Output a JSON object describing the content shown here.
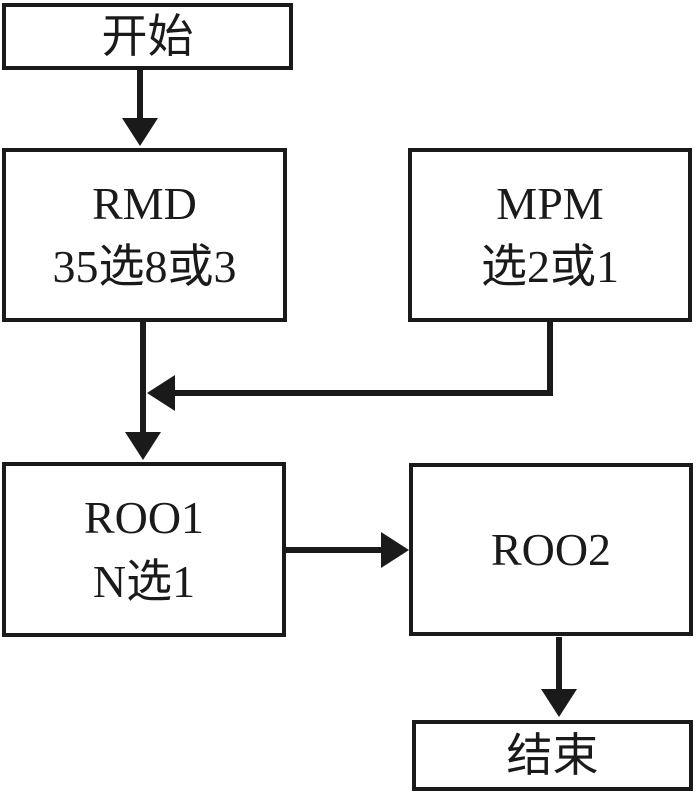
{
  "diagram": {
    "title": "flowchart",
    "colors": {
      "stroke": "#1a1a1a",
      "node_fill": "#ffffff",
      "background": "#ffffff"
    },
    "nodes": {
      "start": {
        "label": "开始"
      },
      "rmd": {
        "line1": "RMD",
        "line2": "35选8或3"
      },
      "mpm": {
        "line1": "MPM",
        "line2": "选2或1"
      },
      "roo1": {
        "line1": "ROO1",
        "line2": "N选1"
      },
      "roo2": {
        "label": "ROO2"
      },
      "end": {
        "label": "结束"
      }
    },
    "edges": [
      {
        "from": "start",
        "to": "rmd",
        "style": "arrow-down"
      },
      {
        "from": "rmd",
        "to": "roo1",
        "style": "arrow-down"
      },
      {
        "from": "mpm",
        "to": "roo1",
        "style": "elbow-left-into-rmd-roo1-line"
      },
      {
        "from": "roo1",
        "to": "roo2",
        "style": "arrow-right"
      },
      {
        "from": "roo2",
        "to": "end",
        "style": "arrow-down"
      }
    ]
  }
}
